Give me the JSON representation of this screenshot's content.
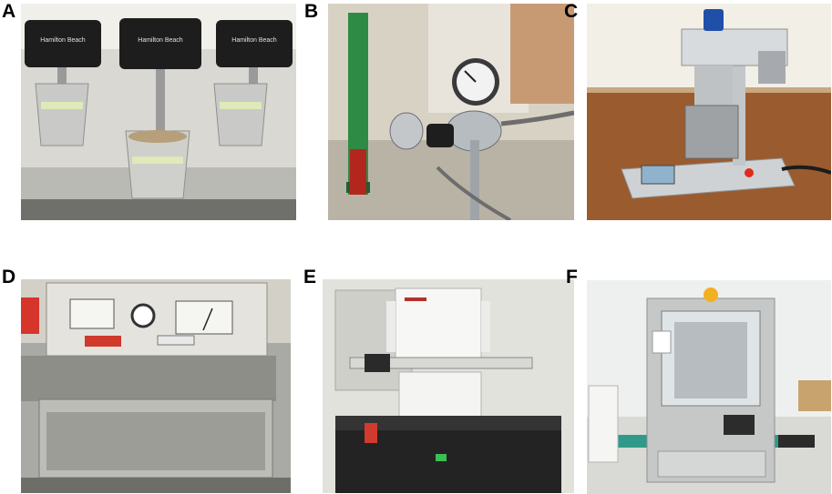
{
  "panels": [
    {
      "label": "A",
      "brand_text": "Hamilton Beach"
    },
    {
      "label": "B"
    },
    {
      "label": "C"
    },
    {
      "label": "D"
    },
    {
      "label": "E"
    },
    {
      "label": "F"
    }
  ]
}
